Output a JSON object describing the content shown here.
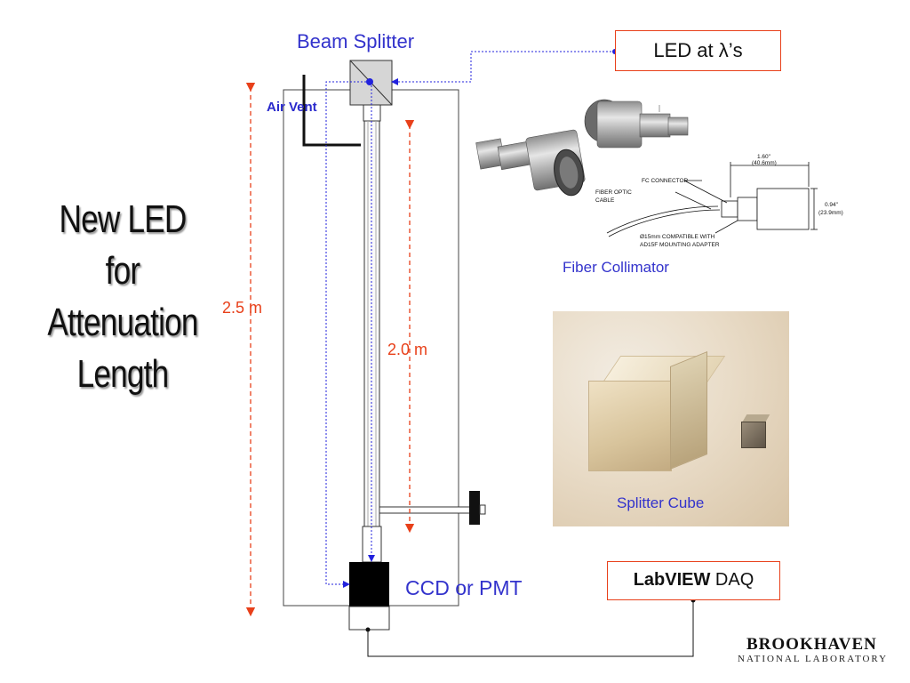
{
  "title": {
    "line1": "New LED",
    "line2": "for",
    "line3": "Attenuation",
    "line4": "Length"
  },
  "labels": {
    "beam_splitter": "Beam Splitter",
    "air_vent": "Air Vent",
    "led_box": "LED at λ’s",
    "fiber_collimator": "Fiber Collimator",
    "splitter_cube": "Splitter Cube",
    "ccd_or_pmt": "CCD or PMT",
    "labview_bold": "LabVIEW",
    "labview_rest": " DAQ",
    "length_outer": "2.5 m",
    "length_inner": "2.0 m"
  },
  "drawing": {
    "fc_connector": "FC CONNECTOR",
    "fiber_optic": "FIBER OPTIC",
    "cable": "CABLE",
    "dim_length": "1.60\"",
    "dim_length_mm": "(40.6mm)",
    "dim_dia": "0.94\"",
    "dim_dia_mm": "(23.9mm)",
    "adapter_line1": "Ø15mm COMPATIBLE WITH",
    "adapter_line2": "AD15F MOUNTING ADAPTER"
  },
  "logo": {
    "main": "BROOKHAVEN",
    "sub": "NATIONAL LABORATORY"
  },
  "colors": {
    "blue_label": "#3333cc",
    "red_dimension": "#e8401a",
    "box_border": "#e8401a",
    "beam_line": "#2222dd"
  }
}
